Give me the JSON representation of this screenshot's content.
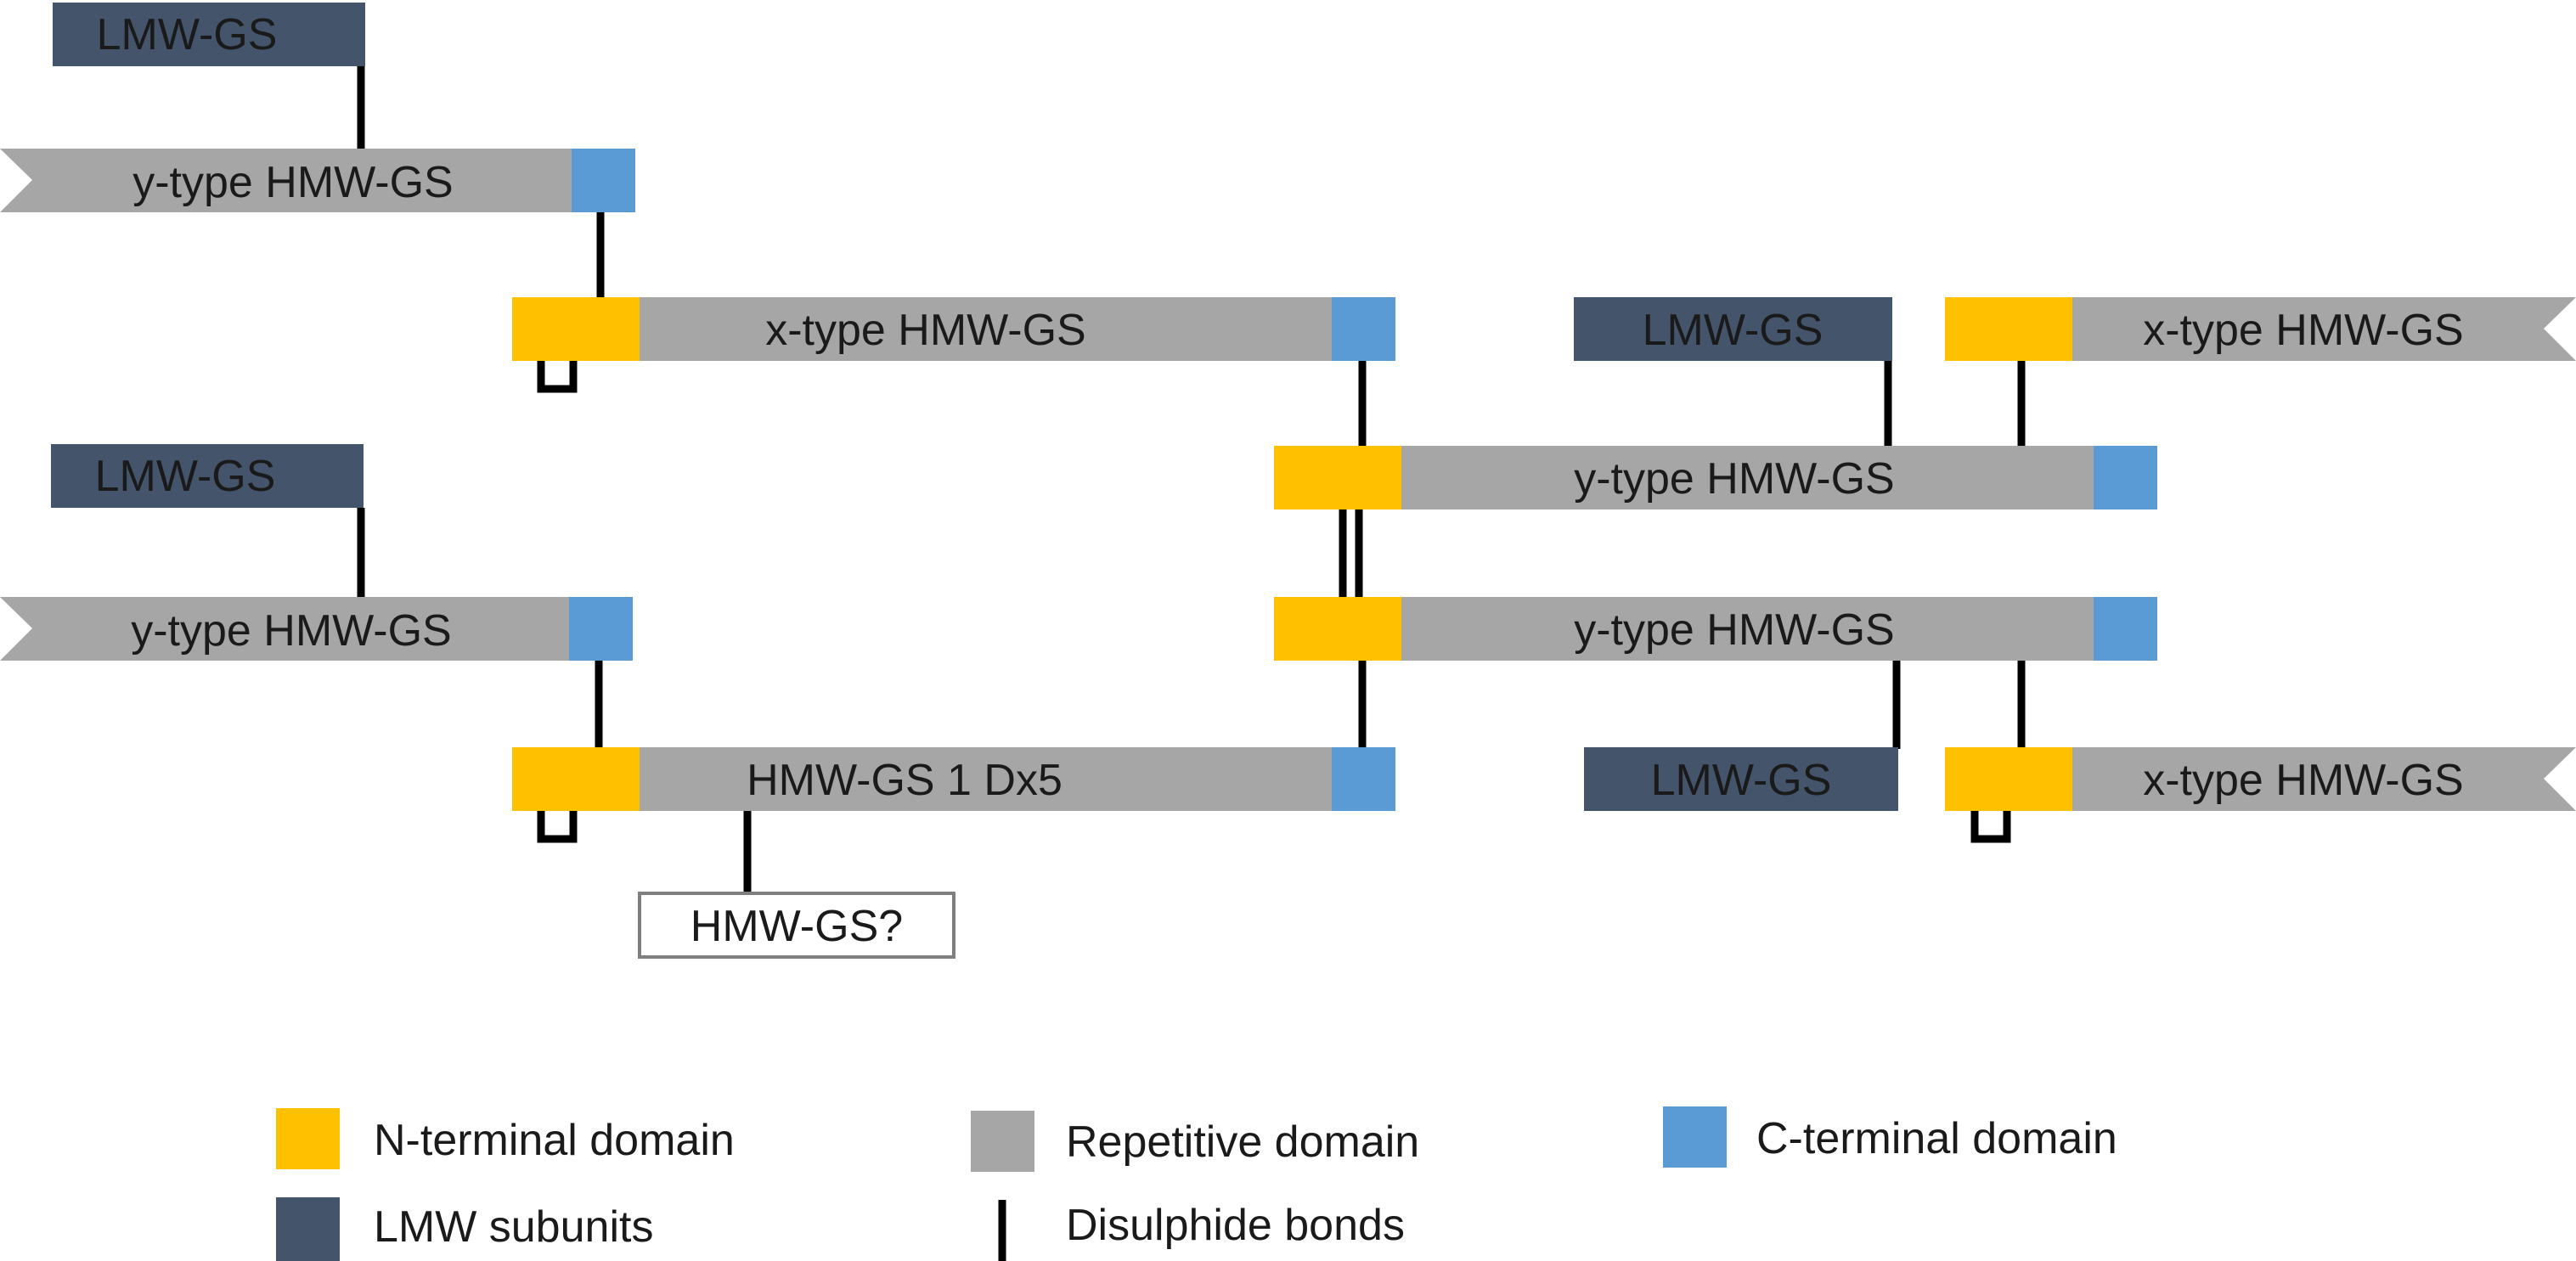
{
  "colors": {
    "n_terminal": "#FFC000",
    "repetitive": "#A6A6A6",
    "c_terminal": "#5B9BD5",
    "lmw": "#44546A",
    "bond": "#000000",
    "text": "#1a1a1a"
  },
  "labels": {
    "lmw_1": "LMW-GS",
    "y_type_1": "y-type HMW-GS",
    "x_type_1": "x-type HMW-GS",
    "lmw_2": "LMW-GS",
    "y_type_2": "y-type HMW-GS",
    "dx5": "HMW-GS 1 Dx5",
    "unknown": "HMW-GS?",
    "lmw_3": "LMW-GS",
    "x_type_2": "x-type HMW-GS",
    "y_type_3": "y-type HMW-GS",
    "y_type_4": "y-type HMW-GS",
    "lmw_4": "LMW-GS",
    "x_type_3": "x-type HMW-GS"
  },
  "legend": {
    "n_terminal": "N-terminal domain",
    "repetitive": "Repetitive domain",
    "c_terminal": "C-terminal domain",
    "lmw": "LMW subunits",
    "bonds": "Disulphide bonds"
  }
}
